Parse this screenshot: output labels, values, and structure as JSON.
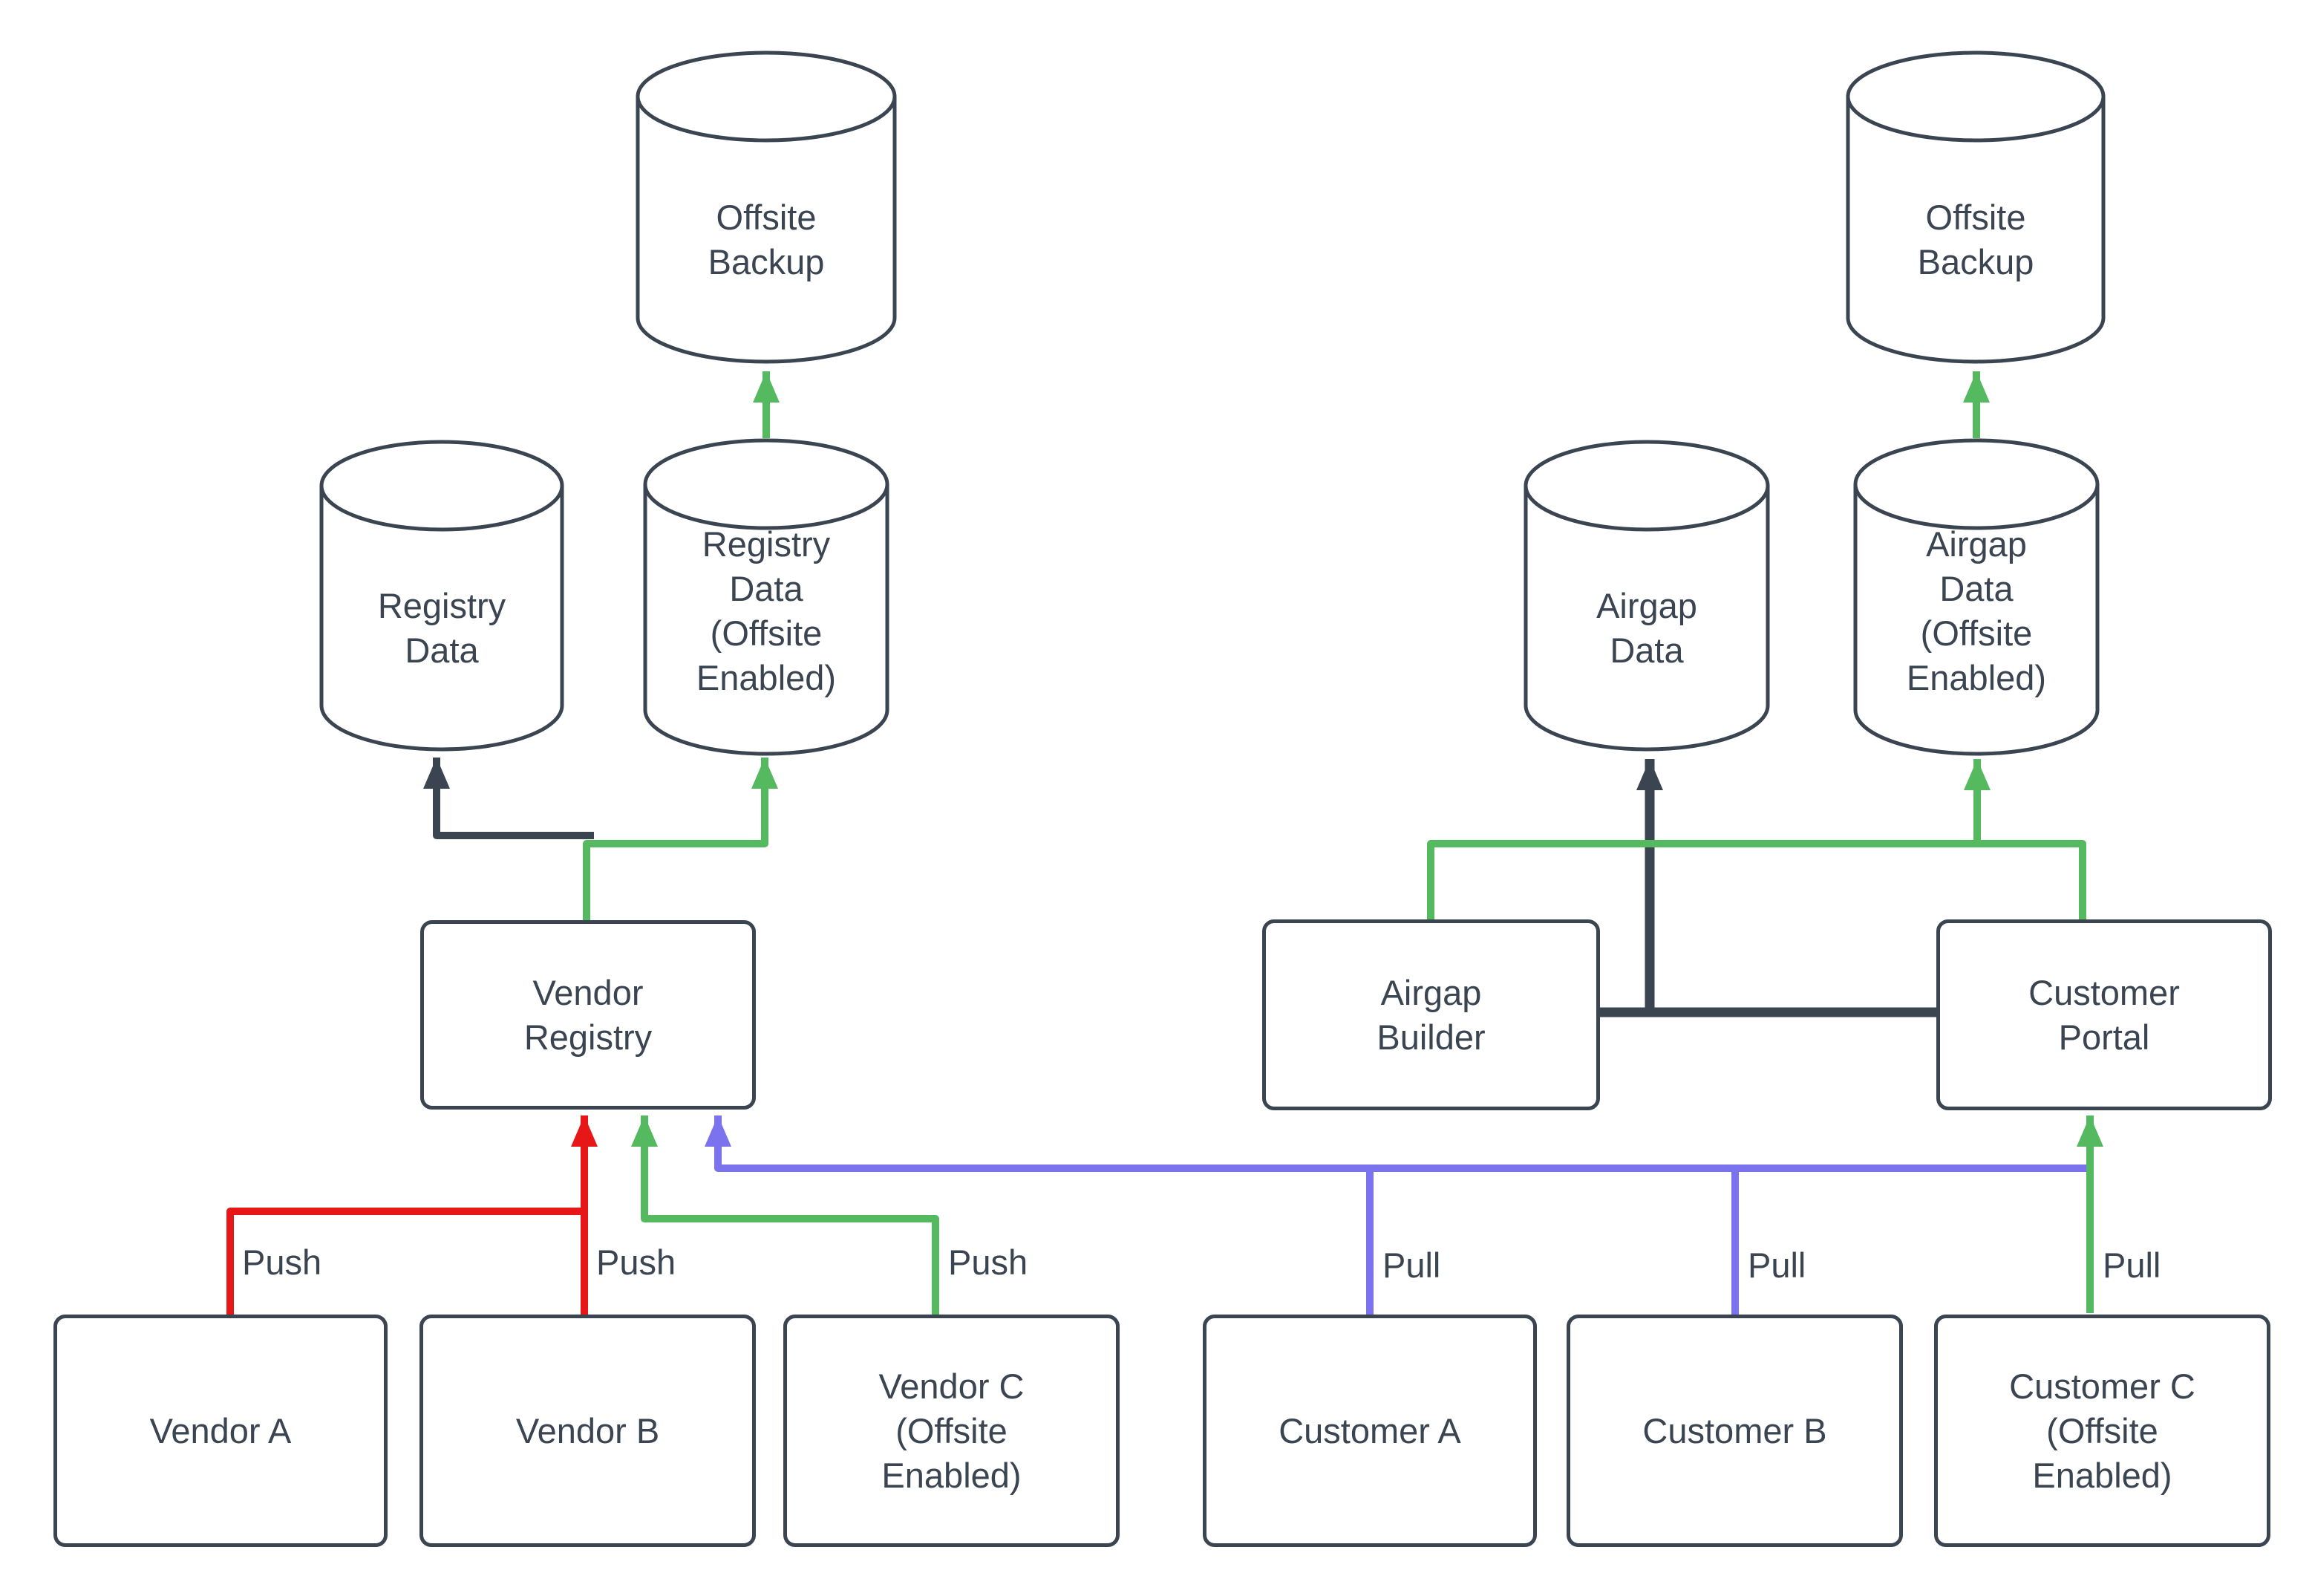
{
  "diagram": {
    "colors": {
      "line_dark": "#3A4551",
      "flow_red": "#E81717",
      "flow_green": "#54B95F",
      "flow_blue": "#7B72EE",
      "node_fill": "#FFFFFF",
      "background": "#FFFFFF"
    },
    "cylinders": {
      "offsite_backup_left": "Offsite\nBackup",
      "registry_data": "Registry\nData",
      "registry_data_offsite": "Registry\nData\n(Offsite\nEnabled)",
      "airgap_data": "Airgap\nData",
      "airgap_data_offsite": "Airgap\nData\n(Offsite\nEnabled)",
      "offsite_backup_right": "Offsite\nBackup"
    },
    "boxes": {
      "vendor_registry": "Vendor\nRegistry",
      "airgap_builder": "Airgap\nBuilder",
      "customer_portal": "Customer\nPortal",
      "vendor_a": "Vendor A",
      "vendor_b": "Vendor B",
      "vendor_c": "Vendor C\n(Offsite\nEnabled)",
      "customer_a": "Customer A",
      "customer_b": "Customer B",
      "customer_c": "Customer C\n(Offsite\nEnabled)"
    },
    "edge_labels": {
      "vendor_a_push": "Push",
      "vendor_b_push": "Push",
      "vendor_c_push": "Push",
      "customer_a_pull": "Pull",
      "customer_b_pull": "Pull",
      "customer_c_pull": "Pull"
    }
  }
}
